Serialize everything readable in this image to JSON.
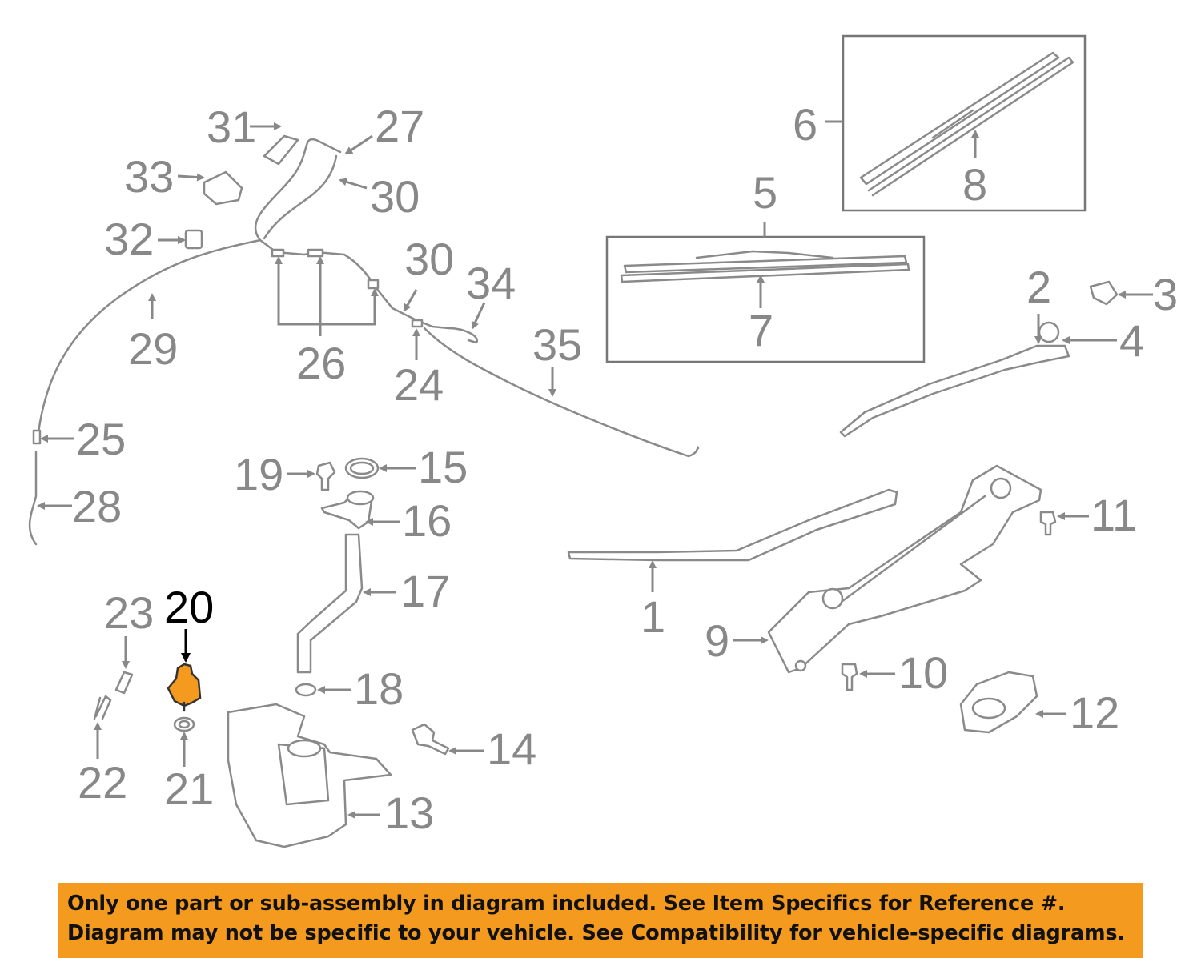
{
  "diagram": {
    "highlight_color": "#f39a1f",
    "highlighted_part": "20",
    "callouts": {
      "c1": "1",
      "c2": "2",
      "c3": "3",
      "c4": "4",
      "c5": "5",
      "c6": "6",
      "c7": "7",
      "c8": "8",
      "c9": "9",
      "c10": "10",
      "c11": "11",
      "c12": "12",
      "c13": "13",
      "c14": "14",
      "c15": "15",
      "c16": "16",
      "c17": "17",
      "c18": "18",
      "c19": "19",
      "c20": "20",
      "c21": "21",
      "c22": "22",
      "c23": "23",
      "c24": "24",
      "c25": "25",
      "c26": "26",
      "c27": "27",
      "c28": "28",
      "c29": "29",
      "c30a": "30",
      "c30b": "30",
      "c31": "31",
      "c32": "32",
      "c33": "33",
      "c34": "34",
      "c35": "35"
    }
  },
  "disclaimer": {
    "line1": "Only one part or sub-assembly in diagram included. See Item Specifics for Reference #.",
    "line2": "Diagram may not be specific to your vehicle. See Compatibility for vehicle-specific diagrams.",
    "background": "#f39a1f"
  }
}
